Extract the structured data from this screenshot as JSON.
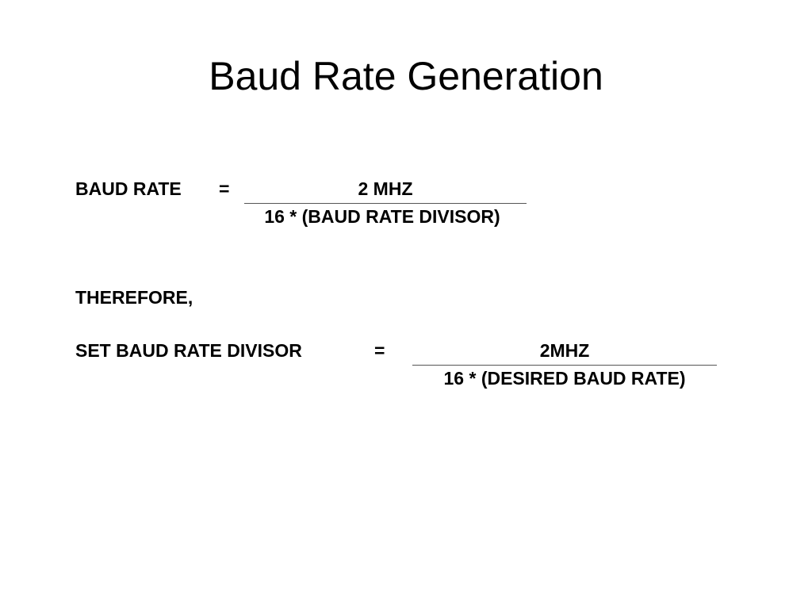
{
  "slide": {
    "title": "Baud Rate Generation",
    "equation1": {
      "lhs": "BAUD RATE",
      "equals": "=",
      "numerator": "2 MHZ",
      "denominator": "16 * (BAUD RATE DIVISOR)"
    },
    "therefore": "THEREFORE,",
    "equation2": {
      "lhs": "SET BAUD RATE DIVISOR",
      "equals": "=",
      "numerator": "2MHZ",
      "denominator": "16 * (DESIRED BAUD RATE)"
    }
  }
}
